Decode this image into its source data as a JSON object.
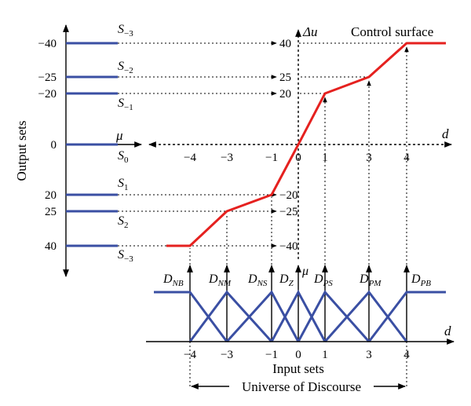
{
  "labels": {
    "output_sets": "Output sets",
    "input_sets": "Input sets",
    "universe": "Universe of Discourse",
    "control_surface": "Control surface",
    "delta_u": "Δu",
    "mu": "μ",
    "d": "d",
    "zero": "0"
  },
  "colors": {
    "membership": "#3a4fa3",
    "control_surface": "#e5211f",
    "axes": "#000000"
  },
  "output_ticks": [
    "−40",
    "−25",
    "−20",
    "0",
    "20",
    "25",
    "40"
  ],
  "output_set_names": {
    "s_m3_top": {
      "main": "S",
      "sub": "−3"
    },
    "s_m2": {
      "main": "S",
      "sub": "−2"
    },
    "s_m1": {
      "main": "S",
      "sub": "−1"
    },
    "s_0": {
      "main": "S",
      "sub": "0"
    },
    "s_1": {
      "main": "S",
      "sub": "1"
    },
    "s_2": {
      "main": "S",
      "sub": "2"
    },
    "s_m3_bottom": {
      "main": "S",
      "sub": "−3"
    }
  },
  "du_ticks": [
    "40",
    "25",
    "20",
    "−20",
    "−25",
    "−40"
  ],
  "d_ticks_upper": [
    "−4",
    "−3",
    "−1",
    "0",
    "1",
    "3",
    "4"
  ],
  "d_ticks_lower": [
    "−4",
    "−3",
    "−1",
    "0",
    "1",
    "3",
    "4"
  ],
  "input_set_names": {
    "nb": {
      "main": "D",
      "sub": "NB"
    },
    "nm": {
      "main": "D",
      "sub": "NM"
    },
    "ns": {
      "main": "D",
      "sub": "NS"
    },
    "z": {
      "main": "D",
      "sub": "Z"
    },
    "ps": {
      "main": "D",
      "sub": "PS"
    },
    "pm": {
      "main": "D",
      "sub": "PM"
    },
    "pb": {
      "main": "D",
      "sub": "PB"
    }
  }
}
